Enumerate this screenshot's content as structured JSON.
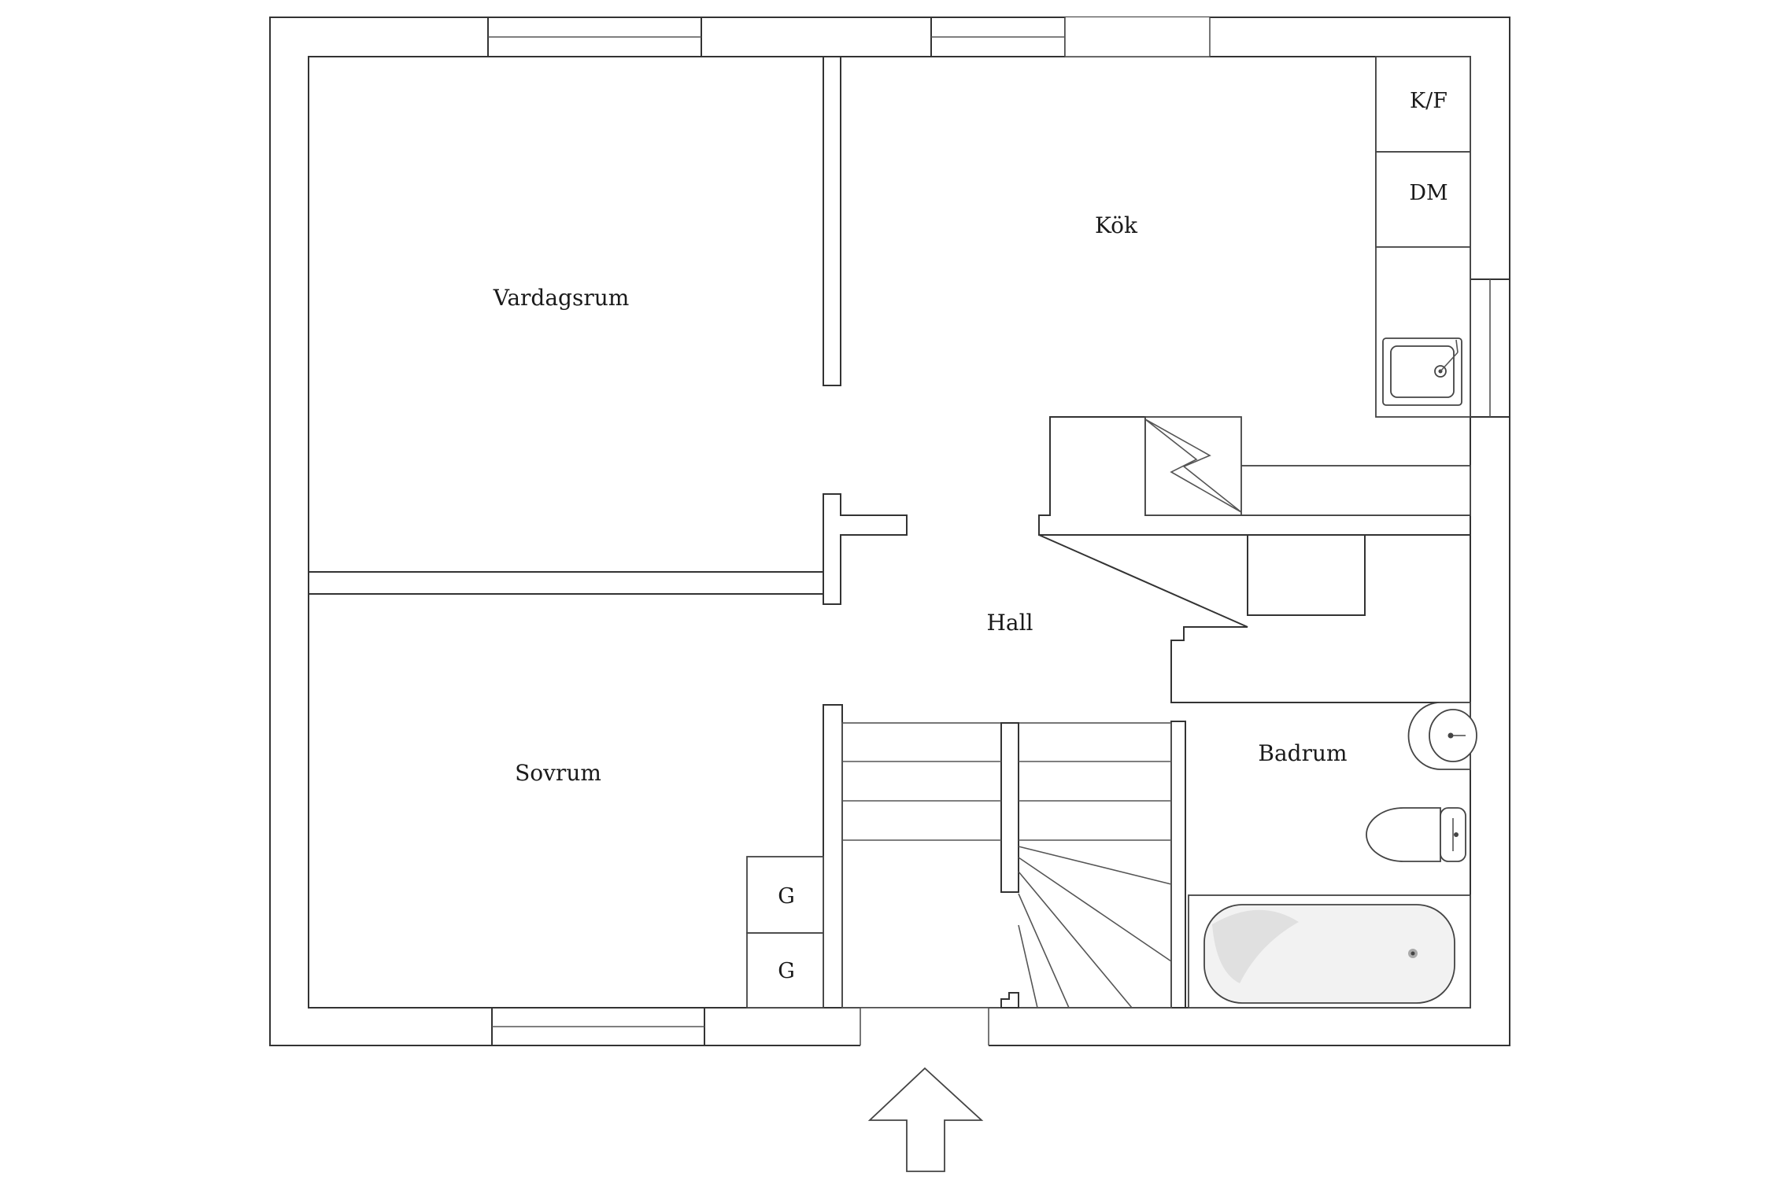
{
  "plan": {
    "rooms": {
      "living": "Vardagsrum",
      "kitchen": "Kök",
      "hall": "Hall",
      "bedroom": "Sovrum",
      "bathroom": "Badrum"
    },
    "fixtures": {
      "fridge_freezer": "K/F",
      "dishwasher": "DM",
      "wardrobe_1": "G",
      "wardrobe_2": "G"
    },
    "entrance_icon": "arrow-up-icon"
  }
}
